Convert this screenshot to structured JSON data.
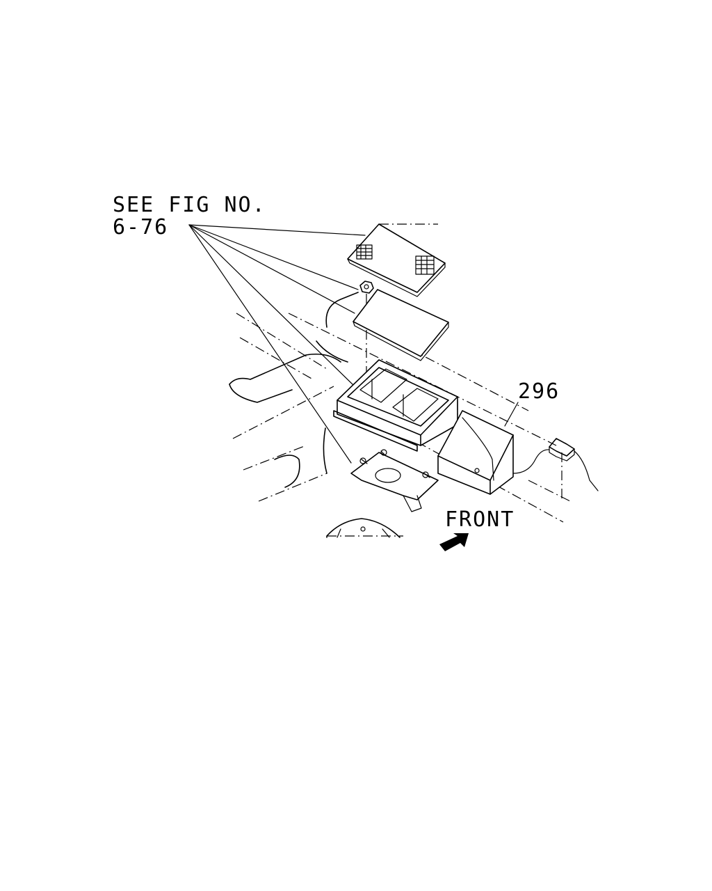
{
  "callout_reference": {
    "line1": "SEE FIG NO.",
    "line2": "6-76"
  },
  "part_number": "296",
  "direction_label": "FRONT",
  "icons": [
    "front-arrow-icon"
  ]
}
